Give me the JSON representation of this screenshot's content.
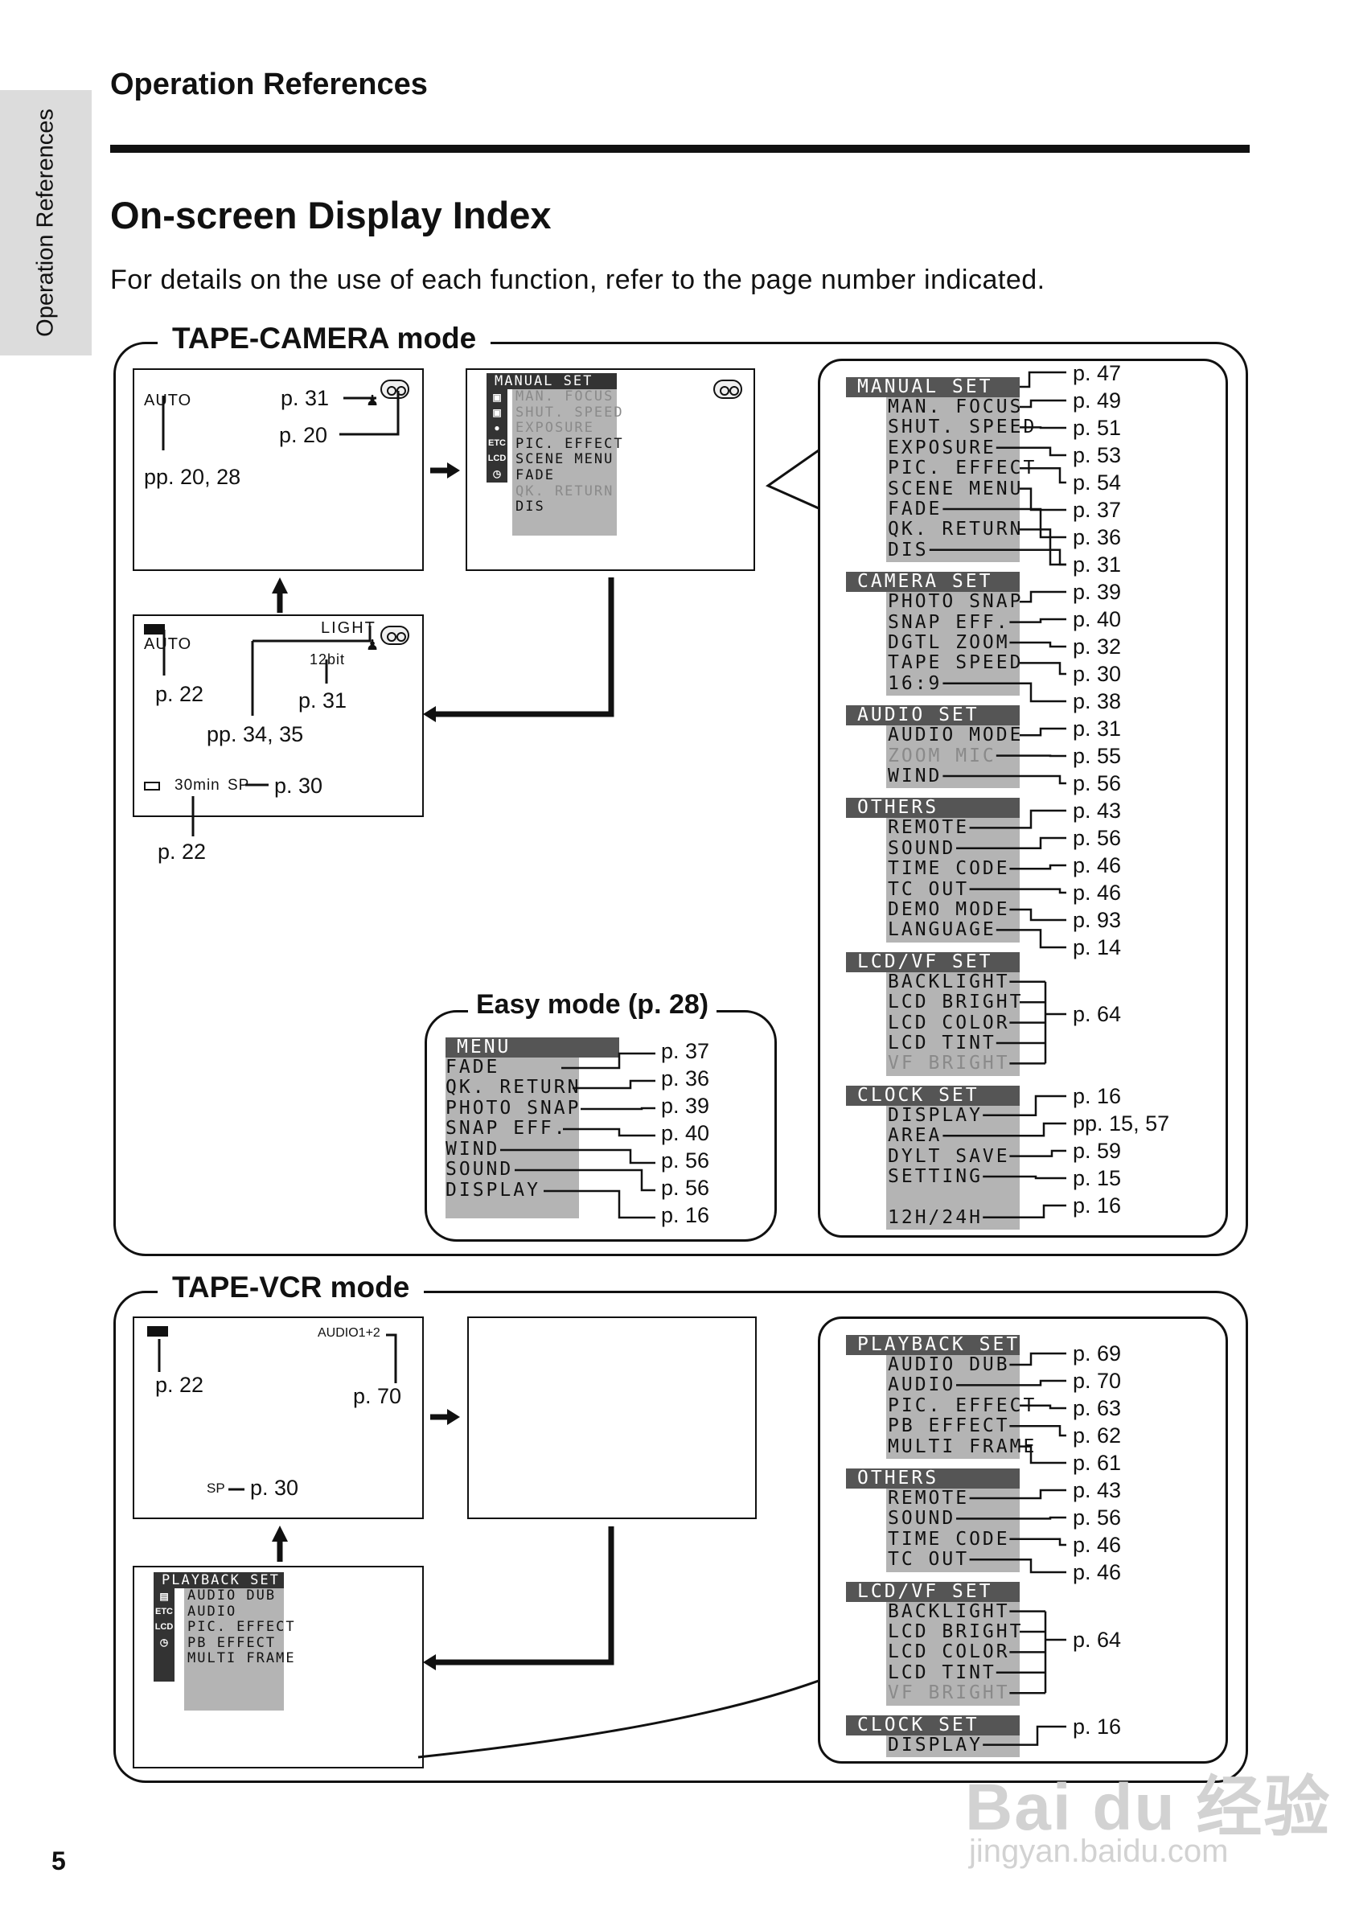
{
  "side_tab": "Operation References",
  "section_header": "Operation References",
  "title": "On-screen Display Index",
  "intro": "For details on the use of each function, refer to the page number indicated.",
  "page_number": "5",
  "watermark": {
    "logo": "Bai du 经验",
    "url": "jingyan.baidu.com"
  },
  "camera": {
    "mode_title": "TAPE-CAMERA mode",
    "screen1": {
      "auto": "AUTO",
      "ref_p31": "p. 31",
      "ref_p20": "p. 20",
      "ref_pp2028": "pp. 20, 28"
    },
    "screen2": {
      "head": "MANUAL SET",
      "items": [
        {
          "label": "MAN. FOCUS",
          "dim": true
        },
        {
          "label": "SHUT. SPEED",
          "dim": true
        },
        {
          "label": "EXPOSURE",
          "dim": true
        },
        {
          "label": "PIC. EFFECT",
          "dim": false
        },
        {
          "label": "SCENE MENU",
          "dim": false
        },
        {
          "label": "FADE",
          "dim": false
        },
        {
          "label": "QK. RETURN",
          "dim": true
        },
        {
          "label": "DIS",
          "dim": false
        }
      ],
      "icons": [
        "camera-icon",
        "camera2-icon",
        "mic-icon",
        "ETC",
        "LCD",
        "clock-icon"
      ]
    },
    "screen3": {
      "auto": "AUTO",
      "light": "LIGHT",
      "bit": "12bit",
      "time": "30min",
      "sp": "SP",
      "ref_p22a": "p. 22",
      "ref_p31": "p. 31",
      "ref_pp3435": "pp. 34, 35",
      "ref_p30": "p. 30",
      "ref_p22b": "p. 22"
    },
    "easy": {
      "title": "Easy mode (p. 28)",
      "head": "MENU",
      "items": [
        "FADE",
        "QK. RETURN",
        "PHOTO SNAP",
        "SNAP EFF.",
        "WIND",
        "SOUND",
        "DISPLAY"
      ],
      "pages": [
        "p. 37",
        "p. 36",
        "p. 39",
        "p. 40",
        "p. 56",
        "p. 56",
        "p. 16"
      ]
    },
    "menus": [
      {
        "head": "MANUAL SET",
        "items": [
          {
            "label": "MAN. FOCUS",
            "dim": false
          },
          {
            "label": "SHUT. SPEED",
            "dim": false
          },
          {
            "label": "EXPOSURE",
            "dim": false
          },
          {
            "label": "PIC. EFFECT",
            "dim": false
          },
          {
            "label": "SCENE MENU",
            "dim": false
          },
          {
            "label": "FADE",
            "dim": false
          },
          {
            "label": "QK. RETURN",
            "dim": false
          },
          {
            "label": "DIS",
            "dim": false
          }
        ]
      },
      {
        "head": "CAMERA SET",
        "items": [
          {
            "label": "PHOTO SNAP",
            "dim": false
          },
          {
            "label": "SNAP EFF.",
            "dim": false
          },
          {
            "label": "DGTL ZOOM",
            "dim": false
          },
          {
            "label": "TAPE SPEED",
            "dim": false
          },
          {
            "label": "16:9",
            "dim": false
          }
        ]
      },
      {
        "head": "AUDIO SET",
        "items": [
          {
            "label": "AUDIO MODE",
            "dim": false
          },
          {
            "label": "ZOOM MIC",
            "dim": true
          },
          {
            "label": "WIND",
            "dim": false
          }
        ]
      },
      {
        "head": "OTHERS",
        "items": [
          {
            "label": "REMOTE",
            "dim": false
          },
          {
            "label": "SOUND",
            "dim": false
          },
          {
            "label": "TIME CODE",
            "dim": false
          },
          {
            "label": "TC OUT",
            "dim": false
          },
          {
            "label": "DEMO MODE",
            "dim": false
          },
          {
            "label": "LANGUAGE",
            "dim": false
          }
        ]
      },
      {
        "head": "LCD/VF SET",
        "items": [
          {
            "label": "BACKLIGHT",
            "dim": false
          },
          {
            "label": "LCD BRIGHT",
            "dim": false
          },
          {
            "label": "LCD COLOR",
            "dim": false
          },
          {
            "label": "LCD TINT",
            "dim": false
          },
          {
            "label": "VF BRIGHT",
            "dim": true
          }
        ]
      },
      {
        "head": "CLOCK SET",
        "items": [
          {
            "label": "DISPLAY",
            "dim": false
          },
          {
            "label": "AREA",
            "dim": false
          },
          {
            "label": "DYLT SAVE",
            "dim": false
          },
          {
            "label": "SETTING",
            "dim": false
          },
          {
            "label": "",
            "dim": false
          },
          {
            "label": "12H/24H",
            "dim": false
          }
        ]
      }
    ],
    "pages": [
      "p. 47",
      "p. 49",
      "p. 51",
      "p. 53",
      "p. 54",
      "p. 37",
      "p. 36",
      "p. 31",
      "p. 39",
      "p. 40",
      "p. 32",
      "p. 30",
      "p. 38",
      "p. 31",
      "p. 55",
      "p. 56",
      "p. 43",
      "p. 56",
      "p. 46",
      "p. 46",
      "p. 93",
      "p. 14"
    ],
    "lcd_page": "p. 64",
    "clock_pages": [
      "p. 16",
      "pp. 15, 57",
      "p. 59",
      "p. 15",
      "p. 16"
    ]
  },
  "vcr": {
    "mode_title": "TAPE-VCR mode",
    "screen1": {
      "audio": "AUDIO1+2",
      "sp": "SP",
      "ref_p22": "p. 22",
      "ref_p70": "p. 70",
      "ref_p30": "p. 30"
    },
    "screen3": {
      "head": "PLAYBACK SET",
      "items": [
        "AUDIO DUB",
        "AUDIO",
        "PIC. EFFECT",
        "PB EFFECT",
        "MULTI FRAME"
      ],
      "icons": [
        "tape-icon",
        "ETC",
        "LCD",
        "clock-icon"
      ]
    },
    "menus": [
      {
        "head": "PLAYBACK SET",
        "items": [
          {
            "label": "AUDIO DUB",
            "dim": false
          },
          {
            "label": "AUDIO",
            "dim": false
          },
          {
            "label": "PIC. EFFECT",
            "dim": false
          },
          {
            "label": "PB EFFECT",
            "dim": false
          },
          {
            "label": "MULTI FRAME",
            "dim": false
          }
        ]
      },
      {
        "head": "OTHERS",
        "items": [
          {
            "label": "REMOTE",
            "dim": false
          },
          {
            "label": "SOUND",
            "dim": false
          },
          {
            "label": "TIME CODE",
            "dim": false
          },
          {
            "label": "TC OUT",
            "dim": false
          }
        ]
      },
      {
        "head": "LCD/VF SET",
        "items": [
          {
            "label": "BACKLIGHT",
            "dim": false
          },
          {
            "label": "LCD BRIGHT",
            "dim": false
          },
          {
            "label": "LCD COLOR",
            "dim": false
          },
          {
            "label": "LCD TINT",
            "dim": false
          },
          {
            "label": "VF BRIGHT",
            "dim": true
          }
        ]
      },
      {
        "head": "CLOCK SET",
        "items": [
          {
            "label": "DISPLAY",
            "dim": false
          }
        ]
      }
    ],
    "pages": [
      "p. 69",
      "p. 70",
      "p. 63",
      "p. 62",
      "p. 61",
      "p. 43",
      "p. 56",
      "p. 46",
      "p. 46"
    ],
    "lcd_page": "p. 64",
    "clock_pages": [
      "p. 16"
    ]
  }
}
